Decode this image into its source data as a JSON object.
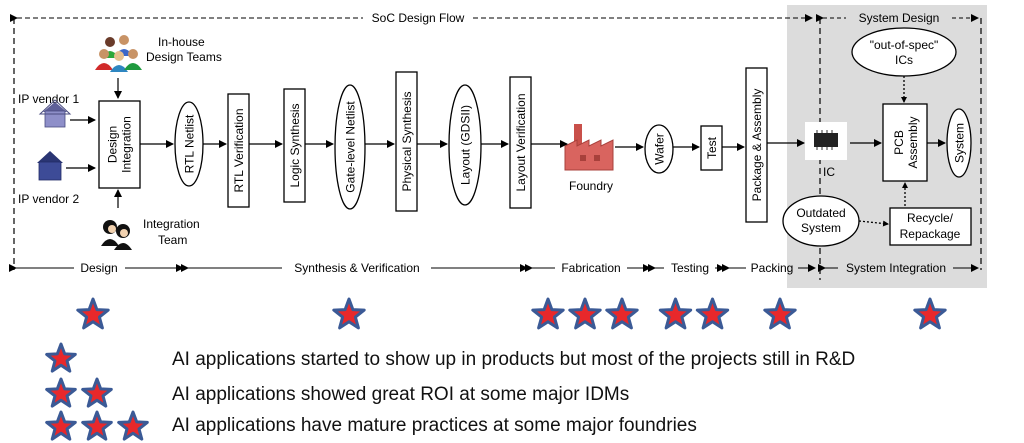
{
  "title": "SoC Design Flow",
  "system_design_label": "System Design",
  "sources": {
    "inhouse": "In-house Design Teams",
    "ip_vendor_1": "IP vendor 1",
    "ip_vendor_2": "IP vendor 2",
    "integration_team": "Integration Team"
  },
  "steps": {
    "design_integration": "Design Integration",
    "rtl_netlist": "RTL Netlist",
    "rtl_verification": "RTL Verification",
    "logic_synthesis": "Logic Synthesis",
    "gate_level_netlist": "Gate-level Netlist",
    "physical_synthesis": "Physical Synthesis",
    "layout": "Layout (GDSII)",
    "layout_verification": "Layout Verification",
    "foundry": "Foundry",
    "wafer": "Wafer",
    "test": "Test",
    "package_assembly": "Package & Assembly",
    "ic": "IC",
    "out_of_spec": "\"out-of-spec\" ICs",
    "pcb_assembly": "PCB Assembly",
    "system": "System",
    "outdated_system": "Outdated System",
    "recycle": "Recycle/ Repackage"
  },
  "phases": {
    "design": "Design",
    "synthesis": "Synthesis & Verification",
    "fabrication": "Fabrication",
    "testing": "Testing",
    "packing": "Packing",
    "system_integration": "System Integration"
  },
  "ratings": {
    "design": 1,
    "synthesis": 1,
    "fabrication": 3,
    "testing": 2,
    "packing": 1,
    "system_integration": 1
  },
  "legend": [
    {
      "stars": 1,
      "text": "AI applications started to show up in products but most of the projects still in R&D"
    },
    {
      "stars": 2,
      "text": "AI applications showed great ROI at some major IDMs"
    },
    {
      "stars": 3,
      "text": "AI applications have mature practices at some major foundries"
    }
  ],
  "colors": {
    "star_fill": "#e8282b",
    "star_outline": "#3b5a96",
    "foundry": "#d9645f",
    "shaded_panel": "#dcdcdc",
    "house_1": "#8e8fc9",
    "house_2": "#3d4b97"
  }
}
